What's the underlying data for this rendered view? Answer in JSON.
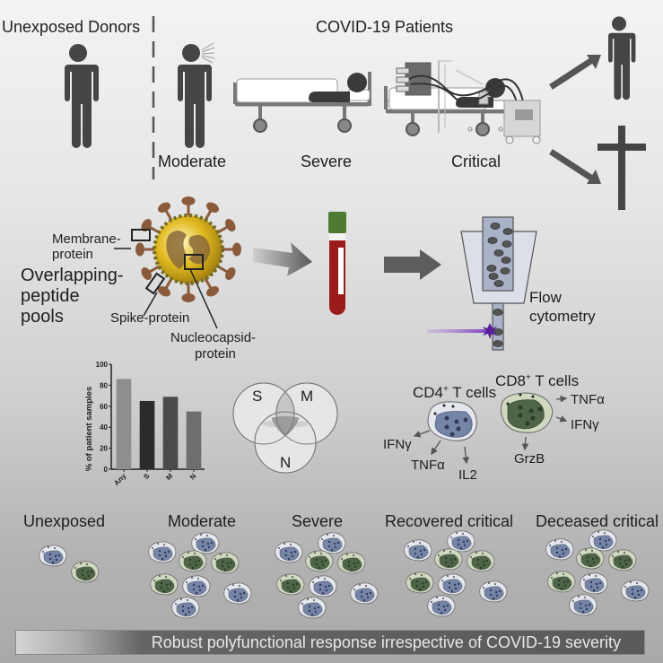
{
  "header": {
    "unexposed_title": "Unexposed Donors",
    "covid_title": "COVID-19 Patients"
  },
  "severity_labels": {
    "moderate": "Moderate",
    "severe": "Severe",
    "critical": "Critical"
  },
  "outcomes": [
    "recovered-person-icon",
    "deceased-cross-icon"
  ],
  "virus": {
    "membrane_label_1": "Membrane-",
    "membrane_label_2": "protein",
    "spike_label": "Spike-protein",
    "nucleocapsid_label_1": "Nucleocapsid-",
    "nucleocapsid_label_2": "protein",
    "pools_label_1": "Overlapping-",
    "pools_label_2": "peptide",
    "pools_label_3": "pools"
  },
  "flow": {
    "label_1": "Flow",
    "label_2": "cytometry"
  },
  "chart_data": {
    "type": "bar",
    "title": "",
    "xlabel": "",
    "ylabel": "% of patient samples",
    "categories": [
      "Any",
      "S",
      "M",
      "N"
    ],
    "values": [
      86,
      65,
      69,
      55
    ],
    "bar_colors": [
      "#8e8e8e",
      "#2b2b2b",
      "#4a4a4a",
      "#6e6e6e"
    ],
    "ylim": [
      0,
      100
    ],
    "yticks": [
      0,
      20,
      40,
      60,
      80,
      100
    ],
    "grid": false,
    "legend": "none"
  },
  "venn": {
    "sets": [
      "S",
      "M",
      "N"
    ]
  },
  "cells": {
    "cd4_title": "CD4",
    "cd4_sup": "+",
    "cd4_suffix": " T cells",
    "cd8_title": "CD8",
    "cd8_sup": "+",
    "cd8_suffix": " T cells",
    "cd4_outputs": [
      "IFNγ",
      "TNFα",
      "IL2"
    ],
    "cd8_outputs": [
      "TNFα",
      "IFNγ",
      "GrzB"
    ]
  },
  "groups": [
    {
      "label": "Unexposed",
      "cd4_count": 1,
      "cd8_count": 1
    },
    {
      "label": "Moderate",
      "cd4_count": 5,
      "cd8_count": 3
    },
    {
      "label": "Severe",
      "cd4_count": 5,
      "cd8_count": 3
    },
    {
      "label": "Recovered critical",
      "cd4_count": 5,
      "cd8_count": 3
    },
    {
      "label": "Deceased critical",
      "cd4_count": 5,
      "cd8_count": 3
    }
  ],
  "banner": {
    "text": "Robust polyfunctional response irrespective of COVID-19 severity"
  },
  "colors": {
    "icon": "#454545",
    "cd4_fill": "#7585a8",
    "cd4_outline": "#e4e7ee",
    "cd8_fill": "#4f6547",
    "cd8_outline": "#cfd9c0",
    "blood": "#9b1b1b",
    "tube_cap": "#4f7a32",
    "virus_body": "#d8b21e",
    "virus_spike": "#8a5a3a",
    "laser": "#8a4cc4"
  }
}
